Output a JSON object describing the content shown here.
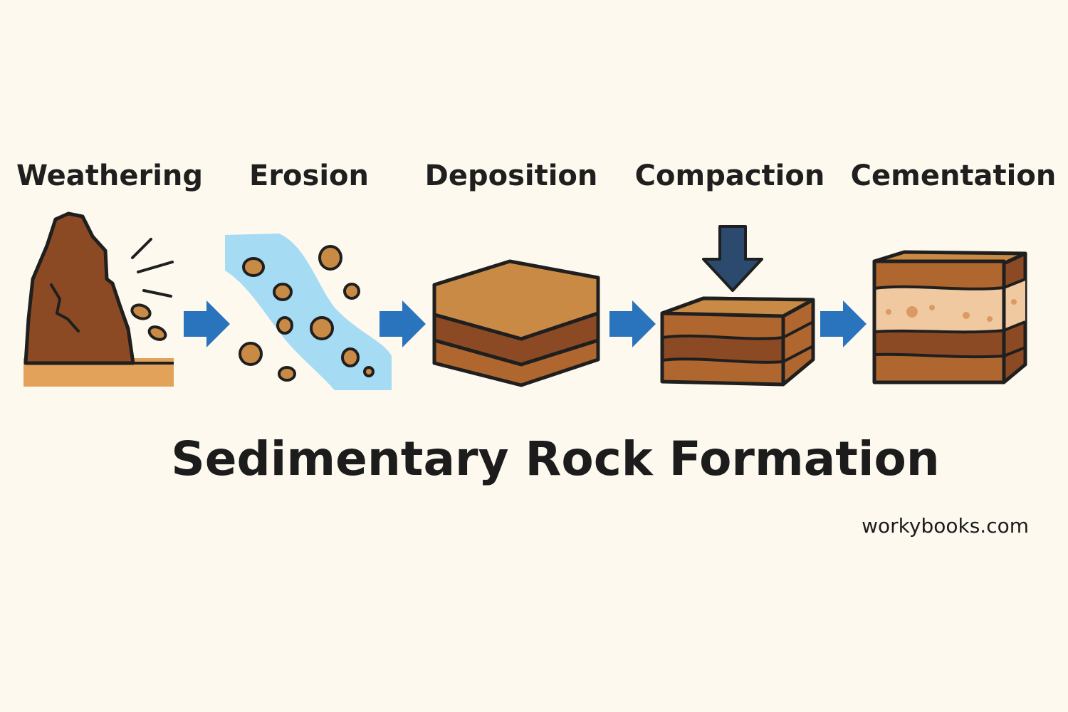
{
  "steps": [
    {
      "label": "Weathering",
      "icon": "weathering-rock-icon"
    },
    {
      "label": "Erosion",
      "icon": "erosion-stream-icon"
    },
    {
      "label": "Deposition",
      "icon": "deposition-layers-icon"
    },
    {
      "label": "Compaction",
      "icon": "compaction-block-icon"
    },
    {
      "label": "Cementation",
      "icon": "cementation-block-icon"
    }
  ],
  "title": "Sedimentary Rock Formation",
  "credit": "workybooks.com",
  "colors": {
    "background": "#fdf9ee",
    "arrow": "#2a74be",
    "press_arrow": "#2c4a6e",
    "rock_dark": "#8b4a24",
    "rock_mid": "#b0672f",
    "rock_light": "#c98a45",
    "sand": "#f0c9a0",
    "ground": "#e3a25a",
    "water": "#a5dcf3",
    "outline": "#1f1f1f"
  }
}
